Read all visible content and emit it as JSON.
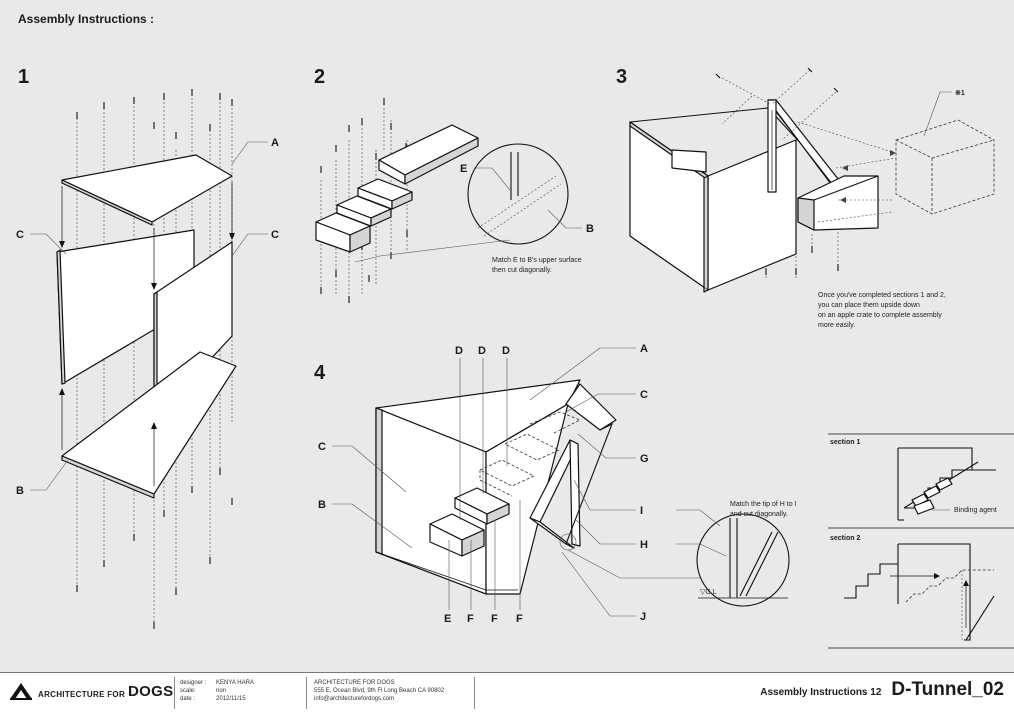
{
  "header": {
    "title": "Assembly Instructions :"
  },
  "steps": {
    "s1": "1",
    "s2": "2",
    "s3": "3",
    "s4": "4"
  },
  "labels": {
    "a": "A",
    "b": "B",
    "c": "C",
    "d": "D",
    "e": "E",
    "f": "F",
    "g": "G",
    "h": "H",
    "i": "I",
    "j": "J",
    "mark1": "※1",
    "ground": "▽G.L"
  },
  "notes": {
    "step2": [
      "Match E to B's upper surface",
      "then cut diagonally."
    ],
    "step3": [
      "Once  you've completed sections 1 and 2,",
      "you can place them upside down",
      "on an apple crate to complete assembly",
      "more easily."
    ],
    "step4": [
      "Match the tip of H to I",
      "and cut diagonally."
    ]
  },
  "sections": {
    "section1": "section 1",
    "section2": "section 2",
    "binding_agent": "Binding agent"
  },
  "footer": {
    "brand_small": "ARCHITECTURE FOR",
    "brand_big": "DOGS",
    "designer_key": "designer :",
    "designer_val": "KENYA HARA",
    "scale_key": "scale:",
    "scale_val": "non",
    "date_key": "date :",
    "date_val": "2012/11/15",
    "org_name": "ARCHITECTURE FOR DOGS",
    "org_address": "555 E, Ocean Blvd, 9th Fl  Long Beach CA 90802",
    "org_email": "info@architecturefordogs.com",
    "doc_subtitle": "Assembly Instructions 12",
    "doc_code": "D-Tunnel_02"
  }
}
